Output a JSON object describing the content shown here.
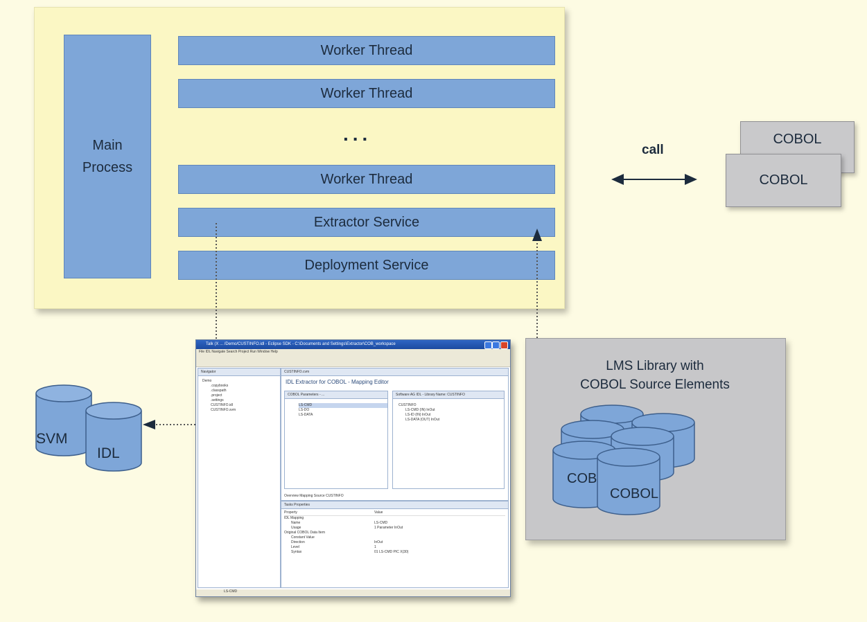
{
  "server": {
    "main_process": "Main\nProcess",
    "bars": [
      "Worker Thread",
      "Worker Thread",
      "Worker Thread",
      "Extractor Service",
      "Deployment Service"
    ],
    "dots": "..."
  },
  "call": {
    "label": "call",
    "cobol_back": "COBOL",
    "cobol_front": "COBOL"
  },
  "lms": {
    "title": "LMS Library with\nCOBOL Source Elements",
    "cobol_back": "COBOL",
    "cobol_front": "COBOL"
  },
  "repos": {
    "svm": "SVM",
    "idl": "IDL"
  },
  "ide": {
    "title": "Talk (X ... /Demo/CUSTINFO.idl - Eclipse SDK - C:\\Documents and Settings\\Extractor\\COB_workspace",
    "menu": "File  IDL  Navigate  Search  Project  Run  Window  Help",
    "navigator_tab": "Navigator",
    "navigator_items": [
      "Demo",
      ".copybooks",
      ".classpath",
      ".project",
      ".settings",
      "CUSTINFO.idl",
      "CUSTINFO.svm"
    ],
    "editor_tab": "CUSTINFO.cvm",
    "editor_title": "IDL Extractor for COBOL - Mapping Editor",
    "cobol_params_head": "COBOL Parameters - ...",
    "cobol_params_items": [
      "LS-CMD",
      "LS-DO",
      "LS-DATA"
    ],
    "software_head": "Software AG IDL - Library Name: CUSTINFO",
    "software_items": [
      "CUSTINFO",
      "LS-CMD (IN) InOut",
      "LS-ID (IN) InOut",
      "LS-DATA (OUT) InOut"
    ],
    "editor_tabs": "Overview  Mapping  Source  CUSTINFO",
    "props_tabs": "Tasks  Properties",
    "props_header": [
      "Property",
      "Value"
    ],
    "props_rows": [
      [
        "IDL Mapping",
        ""
      ],
      [
        "Name",
        "LS-CMD"
      ],
      [
        "Usage",
        "1 Parameter InOut"
      ],
      [
        "Original COBOL Data Item",
        ""
      ],
      [
        "Constant Value",
        ""
      ],
      [
        "Direction",
        "InOut"
      ],
      [
        "Level",
        "1"
      ],
      [
        "Syntax",
        "01 LS-CMD        PIC X(30)"
      ]
    ],
    "status": "LS-CMD"
  },
  "colors": {
    "background": "#fdfbe3",
    "server_box": "#fbf7c4",
    "blue_block": "#7ea6d8",
    "gray_box": "#c9c9cb",
    "arrow": "#1c2b3d"
  }
}
